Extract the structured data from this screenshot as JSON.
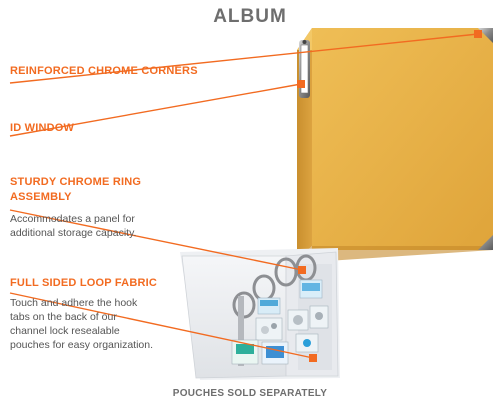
{
  "title": "ALBUM",
  "callouts": {
    "corners": {
      "label": "REINFORCED CHROME CORNERS"
    },
    "id_window": {
      "label": "ID WINDOW"
    },
    "ring": {
      "label_line1": "STURDY CHROME RING",
      "label_line2": "ASSEMBLY",
      "desc_line1": "Accommodates a panel for",
      "desc_line2": "additional storage capacity."
    },
    "fabric": {
      "label": "FULL SIDED LOOP FABRIC",
      "desc_line1": "Touch and adhere the hook",
      "desc_line2": "tabs on the back of our",
      "desc_line3": "channel lock resealable",
      "desc_line4": "pouches for easy organization."
    }
  },
  "footer": {
    "note": "POUCHES SOLD SEPARATELY"
  },
  "colors": {
    "accent": "#f26b21",
    "album_cover": "#e8b247",
    "text_gray": "#6e6e6e"
  }
}
